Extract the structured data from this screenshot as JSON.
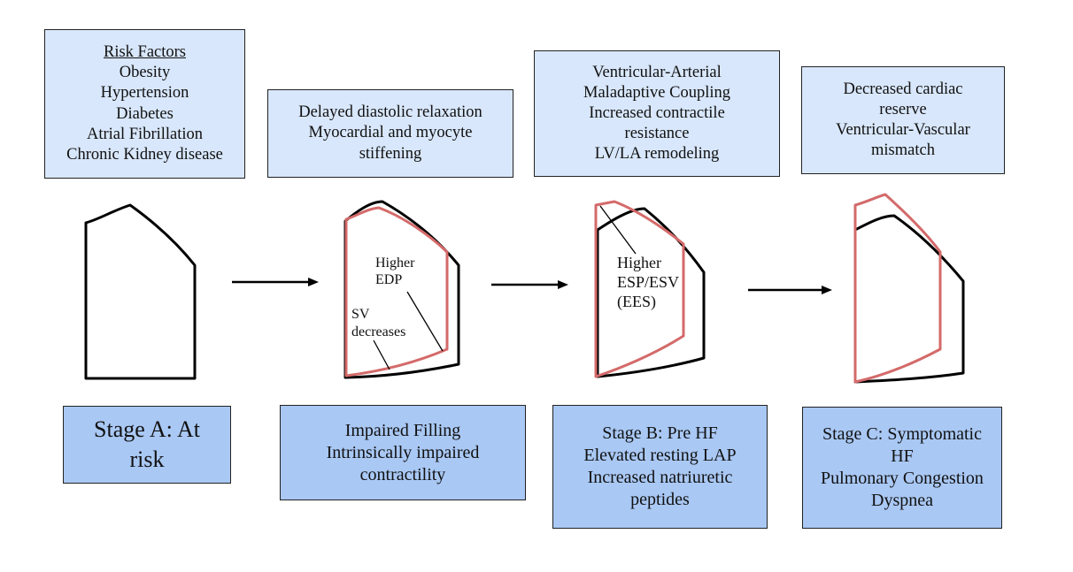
{
  "top_boxes": [
    {
      "heading": "Risk Factors",
      "lines": [
        "Obesity",
        "Hypertension",
        "Diabetes",
        "Atrial Fibrillation",
        "Chronic Kidney disease"
      ]
    },
    {
      "lines": [
        "Delayed diastolic relaxation",
        "Myocardial and myocyte",
        "stiffening"
      ]
    },
    {
      "lines": [
        "Ventricular-Arterial",
        "Maladaptive Coupling",
        "Increased contractile",
        "resistance",
        "LV/LA remodeling"
      ]
    },
    {
      "lines": [
        "Decreased cardiac",
        "reserve",
        "Ventricular-Vascular",
        "mismatch"
      ]
    }
  ],
  "bottom_boxes": [
    {
      "lines": [
        "Stage A: At",
        "risk"
      ]
    },
    {
      "lines": [
        "Impaired Filling",
        "Intrinsically impaired",
        "contractility"
      ]
    },
    {
      "lines": [
        "Stage B: Pre HF",
        "Elevated resting LAP",
        "Increased natriuretic",
        "peptides"
      ]
    },
    {
      "lines": [
        "Stage C: Symptomatic",
        "HF",
        "Pulmonary Congestion",
        "Dyspnea"
      ]
    }
  ],
  "annotations": {
    "higher_edp": [
      "Higher",
      "EDP"
    ],
    "sv_decreases": [
      "SV",
      "decreases"
    ],
    "higher_esp": [
      "Higher",
      "ESP/ESV",
      "(EES)"
    ]
  },
  "colors": {
    "top_box_fill": "#d8e7fb",
    "bottom_box_fill": "#a9c8f4",
    "baseline_loop": "#000000",
    "altered_loop": "#d46a6a"
  }
}
